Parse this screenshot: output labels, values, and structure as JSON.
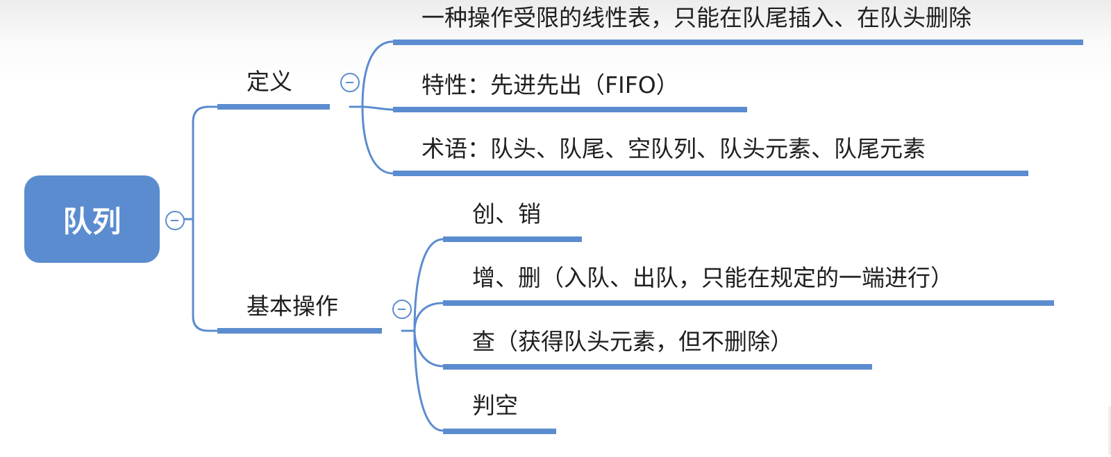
{
  "root": {
    "label": "队列",
    "collapse_icon": "minus-circle-icon"
  },
  "branches": [
    {
      "label": "定义",
      "collapse_icon": "minus-circle-icon",
      "children": [
        "一种操作受限的线性表，只能在队尾插入、在队头删除",
        "特性：先进先出（FIFO）",
        "术语：队头、队尾、空队列、队头元素、队尾元素"
      ]
    },
    {
      "label": "基本操作",
      "collapse_icon": "minus-circle-icon",
      "children": [
        "创、销",
        "增、删（入队、出队，只能在规定的一端进行）",
        "查（获得队头元素，但不删除）",
        "判空"
      ]
    }
  ],
  "colors": {
    "accent": "#5b8ccf",
    "text": "#1f1f1f",
    "root_text": "#ffffff"
  }
}
